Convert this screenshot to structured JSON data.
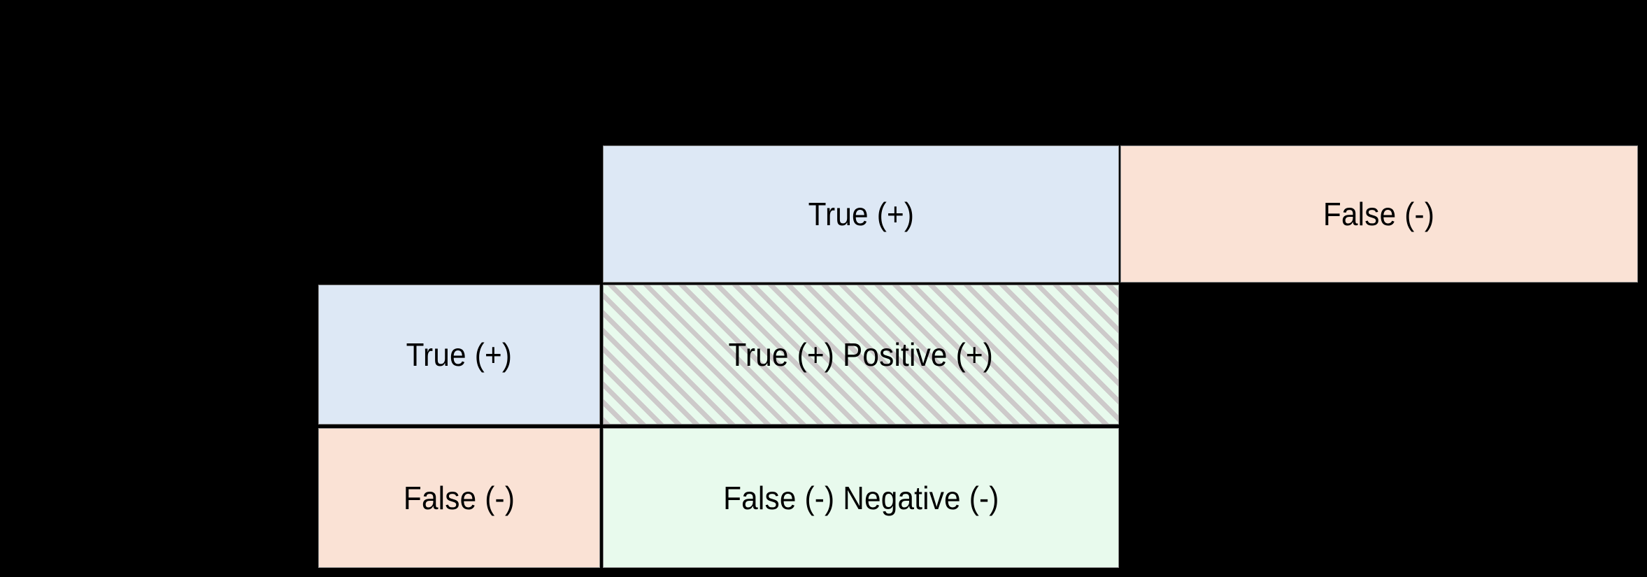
{
  "figure": {
    "kind": "confusion-matrix-table",
    "background_color": "#000000",
    "text_color": "#000000"
  },
  "palette": {
    "blue": "#dde8f5",
    "peach": "#fae2d5",
    "mint": "#e8faed",
    "hatch_stripe": "#cdcaca",
    "cell_border": "#8a8a8a"
  },
  "column_headers": [
    {
      "label": "True (+)",
      "fill": "blue"
    },
    {
      "label": "False (-)",
      "fill": "peach"
    }
  ],
  "row_headers": [
    {
      "label": "True (+)",
      "fill": "blue"
    },
    {
      "label": "False (-)",
      "fill": "peach"
    }
  ],
  "cells": [
    {
      "row": "True (+)",
      "column": "True (+)",
      "label": "True (+) Positive (+)",
      "fill": "mint",
      "pattern": "diagonal-hatch"
    },
    {
      "row": "False (-)",
      "column": "True (+)",
      "label": "False (-) Negative (-)",
      "fill": "mint",
      "pattern": "solid"
    }
  ]
}
